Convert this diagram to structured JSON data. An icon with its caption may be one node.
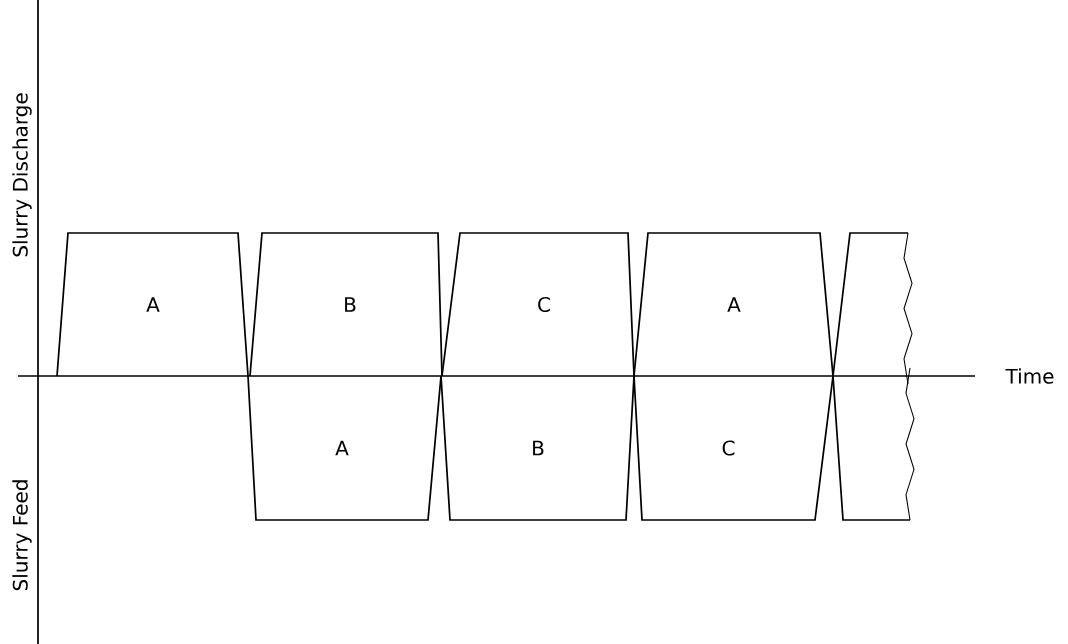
{
  "diagram": {
    "nodes": [
      {
        "text": [
          "A"
        ]
      },
      {
        "text": [
          "B"
        ]
      },
      {
        "text": [
          "C"
        ]
      },
      {
        "text": [
          "A"
        ]
      },
      {
        "text": [],
        "shape": "box"
      },
      {
        "text": [
          "A"
        ]
      },
      {
        "text": [
          "B"
        ]
      },
      {
        "text": [
          "C"
        ]
      },
      {
        "text": [],
        "shape": "box"
      }
    ],
    "labels": [
      "Slurry Discharge",
      "Slurry Feed",
      "Time"
    ]
  }
}
